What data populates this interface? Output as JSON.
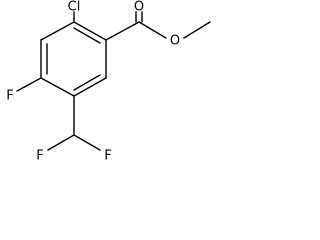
{
  "molecule": {
    "atoms": {
      "cl": "Cl",
      "carbonyl_o": "O",
      "ester_o": "O",
      "ring_f": "F",
      "f_left": "F",
      "f_right": "F"
    }
  }
}
